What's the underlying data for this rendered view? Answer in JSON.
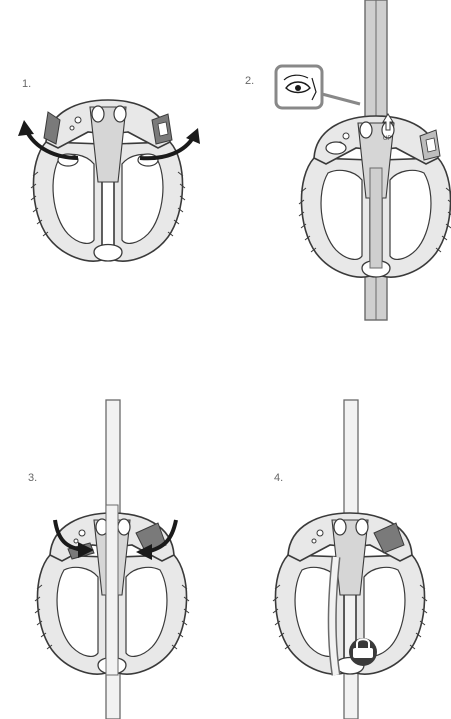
{
  "steps": [
    {
      "number": "1.",
      "icon": "open-cams-arrows"
    },
    {
      "number": "2.",
      "icon": "eye-inspect-icon",
      "label": "UP"
    },
    {
      "number": "3.",
      "icon": "close-cams-arrows"
    },
    {
      "number": "4.",
      "icon": "carabiner-lock-icon"
    }
  ],
  "colors": {
    "line": "#3a3a3a",
    "fill_light": "#e8e8e8",
    "fill_mid": "#bdbdbd",
    "fill_dark": "#7a7a7a",
    "rope": "#cfcfcf",
    "accent": "#888888"
  }
}
